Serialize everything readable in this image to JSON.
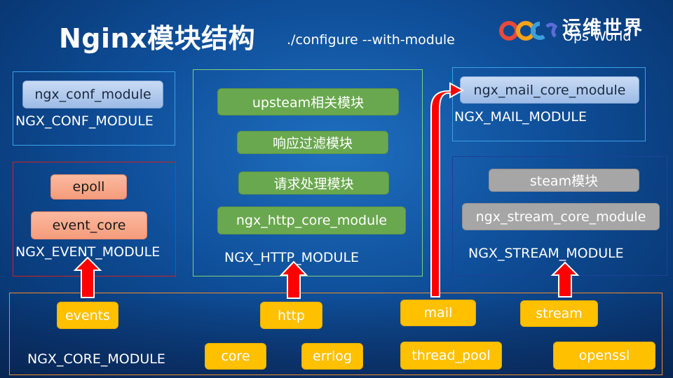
{
  "header": {
    "title": "Nginx模块结构",
    "subtitle": "./configure --with-module"
  },
  "logo": {
    "text_cn": "运维世界",
    "text_en": "Ops World"
  },
  "conf_group": {
    "module": "ngx_conf_module",
    "label": "NGX_CONF_MODULE"
  },
  "event_group": {
    "items": [
      "epoll",
      "event_core"
    ],
    "label": "NGX_EVENT_MODULE"
  },
  "http_group": {
    "items": [
      "upsteam相关模块",
      "响应过滤模块",
      "请求处理模块",
      "ngx_http_core_module"
    ],
    "label": "NGX_HTTP_MODULE"
  },
  "mail_group": {
    "module": "ngx_mail_core_module",
    "label": "NGX_MAIL_MODULE"
  },
  "stream_group": {
    "items": [
      "steam模块",
      "ngx_stream_core_module"
    ],
    "label": "NGX_STREAM_MODULE"
  },
  "core_group": {
    "items": [
      "events",
      "http",
      "mail",
      "stream",
      "core",
      "errlog",
      "thread_pool",
      "openssl"
    ],
    "label": "NGX_CORE_MODULE"
  },
  "colors": {
    "arrow": "#ff0000",
    "core_module": "#ffc000",
    "http_module": "#6aa84f",
    "event_module": "#f59c7c",
    "stream_module": "#a6a6a6",
    "conf_module": "#9dbbe6"
  }
}
